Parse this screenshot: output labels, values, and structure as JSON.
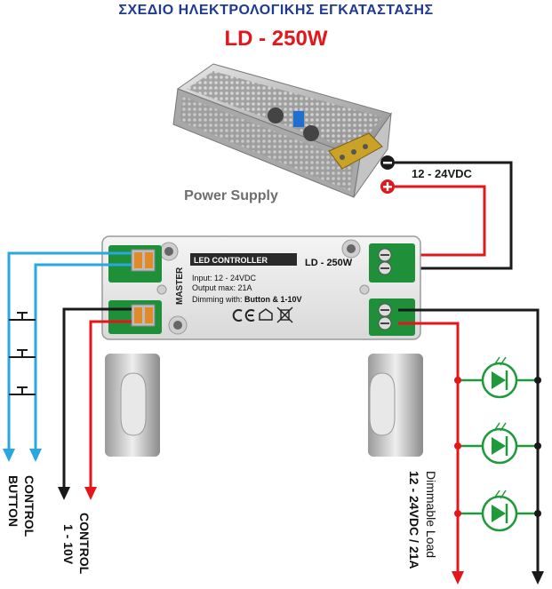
{
  "title": "ΣΧΕΔΙΟ ΗΛΕΚΤΡΟΛΟΓΙΚΗΣ ΕΓΚΑΤΑΣΤΑΣΗΣ",
  "model": "LD - 250W",
  "power_supply": {
    "label": "Power Supply",
    "voltage": "12 - 24VDC"
  },
  "controller": {
    "brand": "MASTER",
    "header": "LED CONTROLLER",
    "model": "LD - 250W",
    "input": "Input: 12 - 24VDC",
    "output": "Output max: 21A",
    "dimming_prefix": "Dimming with: ",
    "dimming_value": "Button & 1-10V"
  },
  "labels": {
    "control_button_line1": "CONTROL",
    "control_button_line2": "BUTTON",
    "control_1_10_line1": "CONTROL",
    "control_1_10_line2": "1 - 10V",
    "load_line1": "Dimmable Load",
    "load_line2": "12 - 24VDC / 21A"
  },
  "colors": {
    "blue_wire": "#2aa7e0",
    "red_wire": "#e3161b",
    "black_wire": "#1a1a1a",
    "led_green": "#1f9a3a",
    "title_blue": "#1f3a93",
    "terminal_green": "#1f8f3a"
  }
}
